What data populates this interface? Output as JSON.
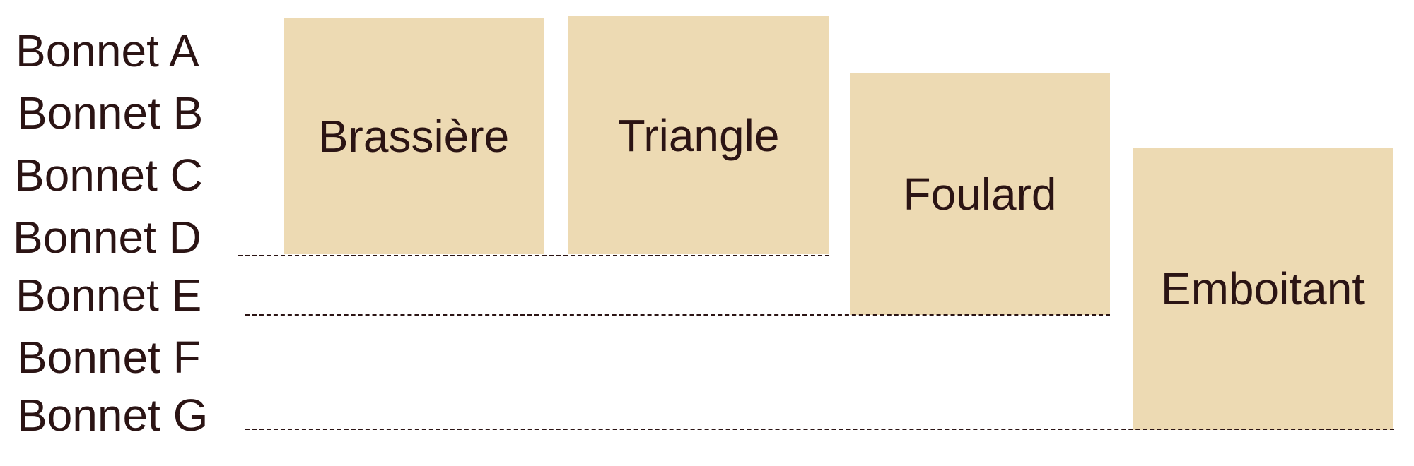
{
  "rows": [
    "Bonnet A",
    "Bonnet B",
    "Bonnet C",
    "Bonnet D",
    "Bonnet E",
    "Bonnet F",
    "Bonnet G"
  ],
  "styles": [
    {
      "label": "Brassière",
      "from": "Bonnet A",
      "to": "Bonnet D"
    },
    {
      "label": "Triangle",
      "from": "Bonnet A",
      "to": "Bonnet D"
    },
    {
      "label": "Foulard",
      "from": "Bonnet B",
      "to": "Bonnet E"
    },
    {
      "label": "Emboitant",
      "from": "Bonnet C",
      "to": "Bonnet G"
    }
  ],
  "colors": {
    "block_fill": "#eddab3",
    "text": "#2b1414"
  }
}
